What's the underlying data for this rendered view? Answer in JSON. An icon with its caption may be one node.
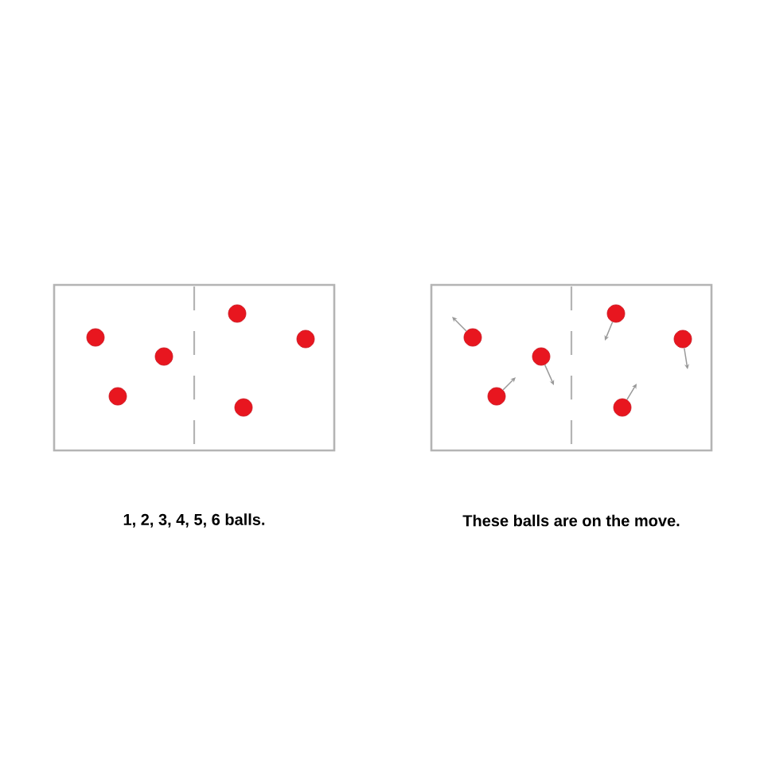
{
  "diagram": {
    "nodes": [
      {
        "text": [],
        "shape": "box"
      },
      {
        "text": [],
        "shape": "circle",
        "in": 0
      },
      {
        "text": [],
        "shape": "circle",
        "in": 0
      },
      {
        "text": [],
        "shape": "circle",
        "in": 0
      },
      {
        "text": [],
        "shape": "circle",
        "in": 0
      },
      {
        "text": [],
        "shape": "circle",
        "in": 0
      },
      {
        "text": [],
        "shape": "circle",
        "in": 0
      },
      {
        "text": [],
        "shape": "box"
      },
      {
        "text": [],
        "shape": "circle",
        "in": 7
      },
      {
        "text": [],
        "shape": "circle",
        "in": 7
      },
      {
        "text": [],
        "shape": "circle",
        "in": 7
      },
      {
        "text": [],
        "shape": "circle",
        "in": 7
      },
      {
        "text": [],
        "shape": "circle",
        "in": 7
      },
      {
        "text": [],
        "shape": "circle",
        "in": 7
      }
    ],
    "labels": [
      "1, 2, 3, 4, 5, 6 balls.",
      "These balls are on the move."
    ]
  }
}
